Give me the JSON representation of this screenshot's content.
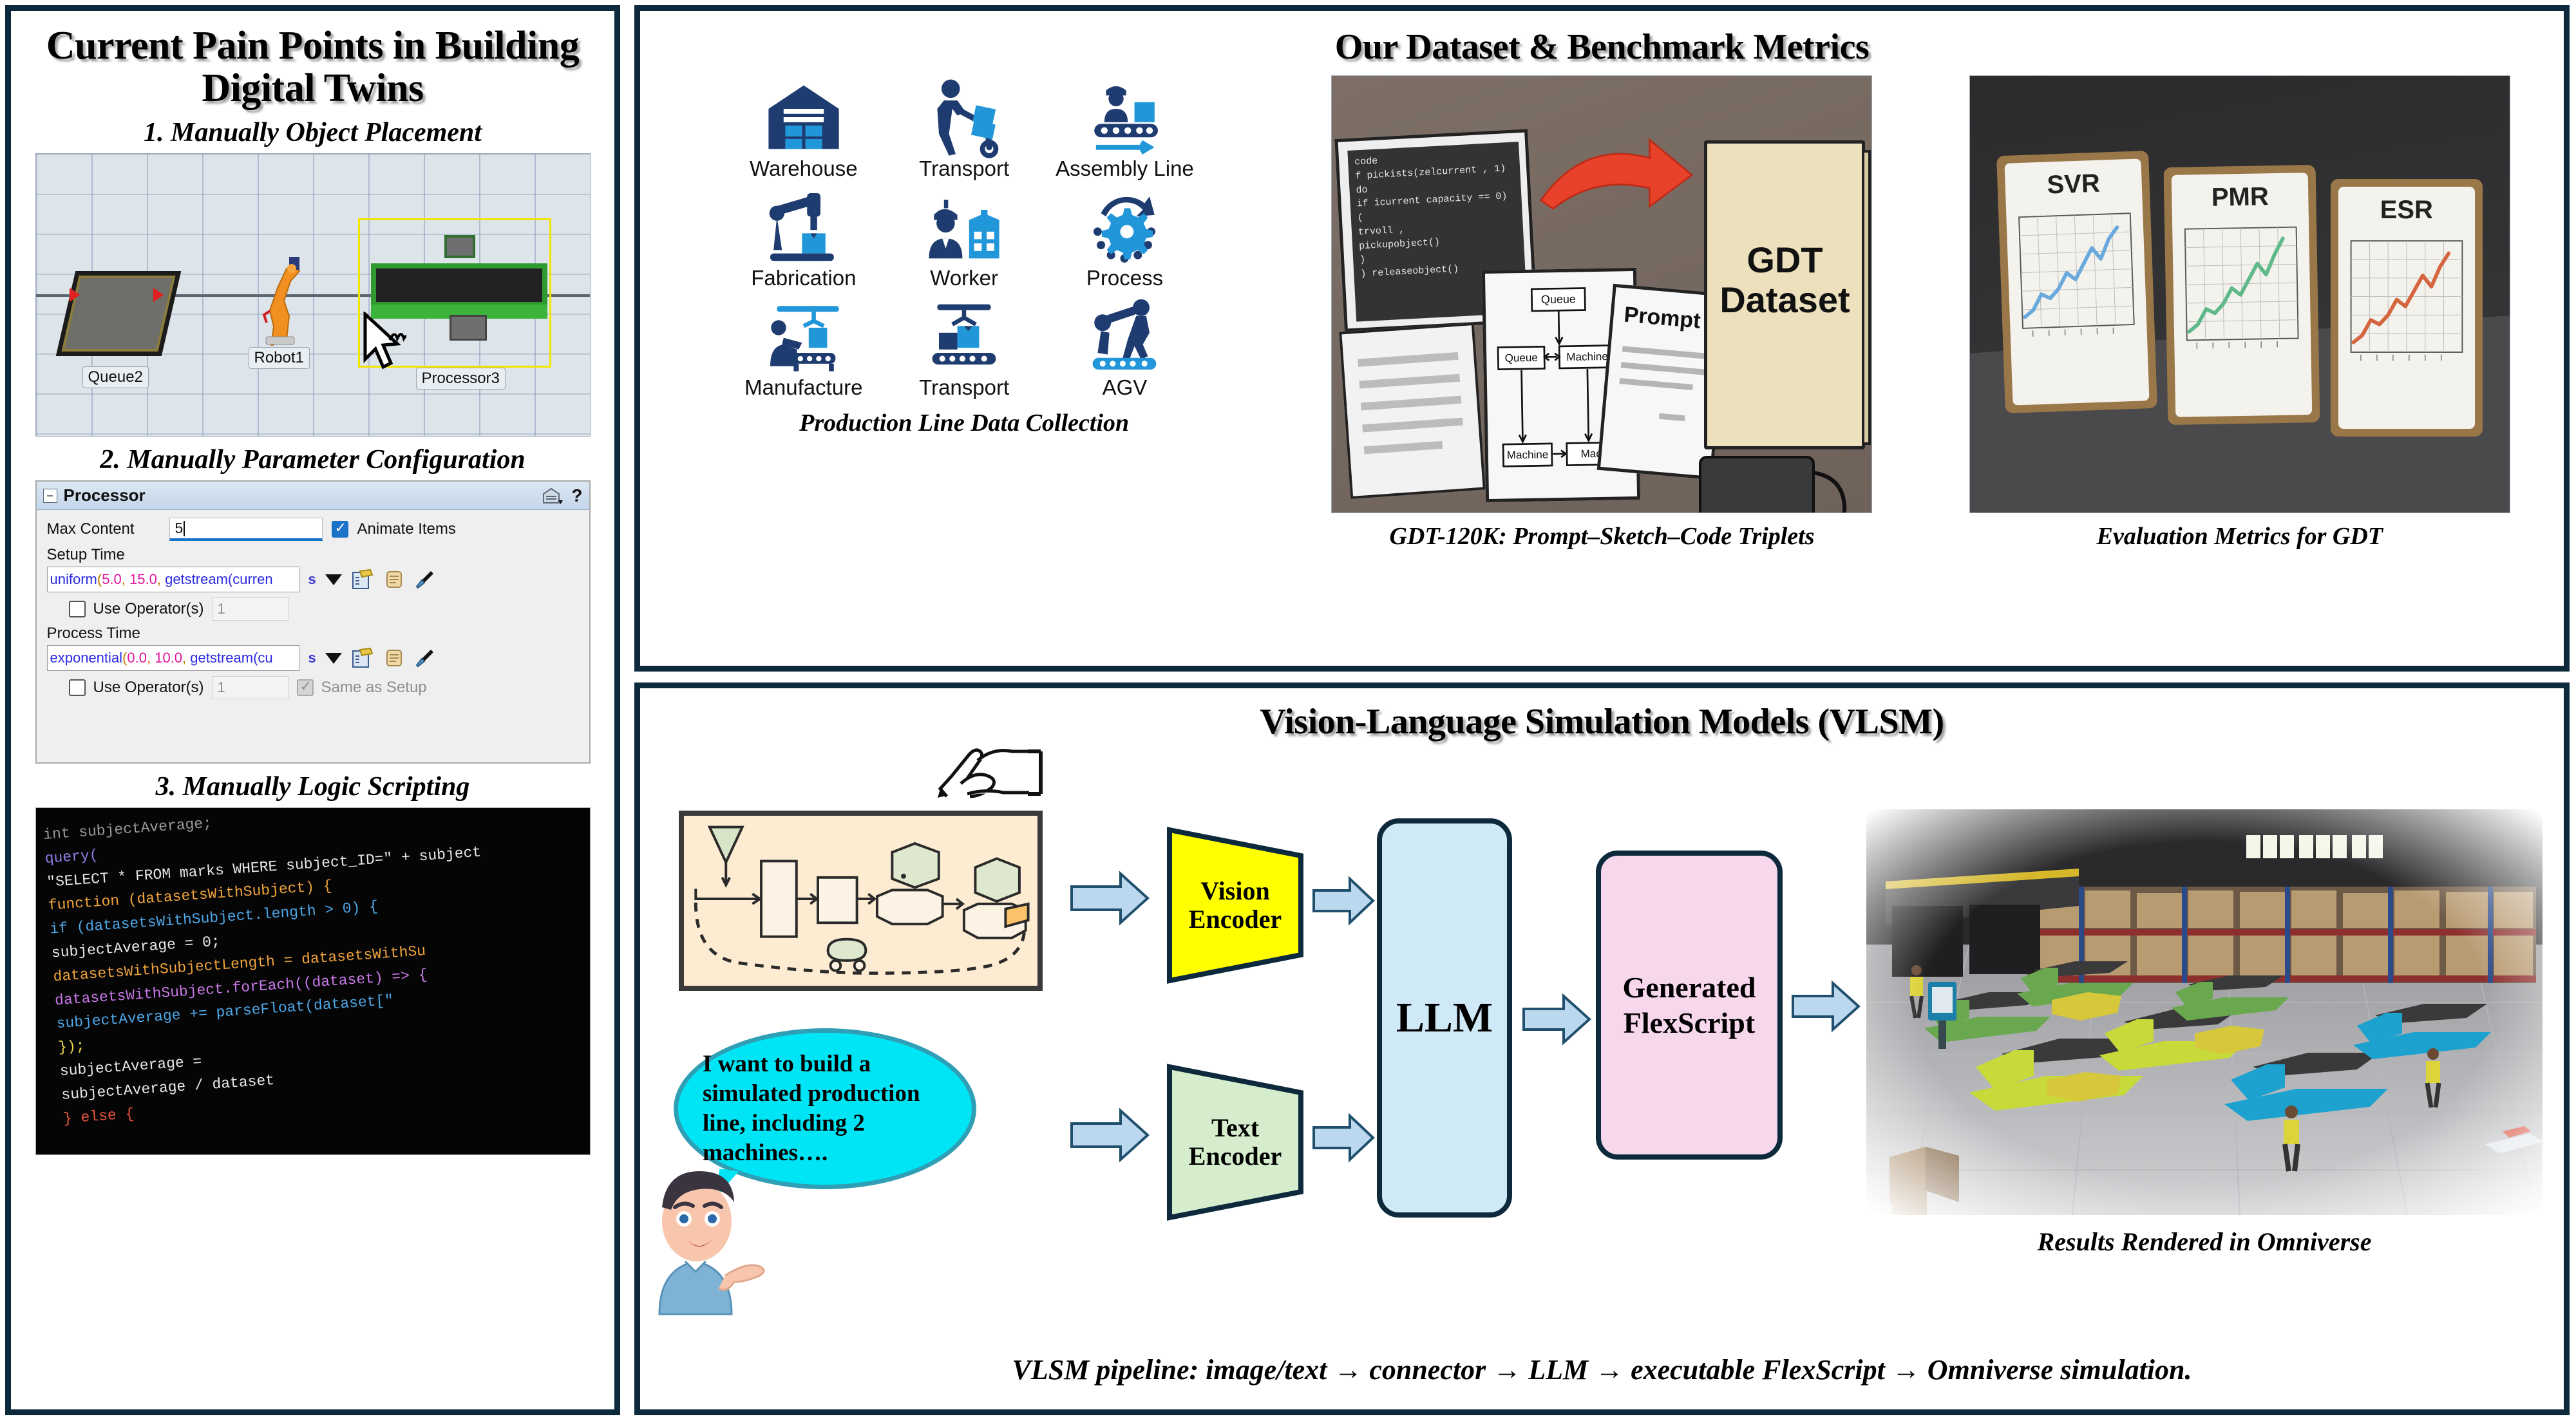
{
  "panels": {
    "pain": {
      "title": "Current Pain Points in Building Digital Twins",
      "sub1": "1. Manually Object Placement",
      "sub2": "2. Manually Parameter Configuration",
      "sub3": "3. Manually Logic Scripting"
    },
    "dataset": {
      "title": "Our Dataset & Benchmark Metrics"
    },
    "vlsm": {
      "title": "Vision-Language Simulation Models (VLSM)",
      "caption": "VLSM pipeline: image/text → connector → LLM → executable FlexScript → Omniverse simulation."
    }
  },
  "viewport": {
    "objects": [
      {
        "name": "Queue2",
        "label": "Queue2"
      },
      {
        "name": "Robot1",
        "label": "Robot1"
      },
      {
        "name": "Processor3",
        "label": "Processor3"
      }
    ],
    "selected": "Processor3",
    "selection_color": "#f2e500"
  },
  "processor_panel": {
    "title": "Processor",
    "help_label": "?",
    "max_content_label": "Max Content",
    "max_content_value": "5",
    "animate_items_label": "Animate Items",
    "animate_items_checked": true,
    "setup_time_label": "Setup Time",
    "setup_time_expr": {
      "fn": "uniform",
      "a": "5.0",
      "b": "15.0",
      "tail": "getstream(curren"
    },
    "setup_unit": "s",
    "setup_use_operator_label": "Use Operator(s)",
    "setup_operator_count": "1",
    "process_time_label": "Process Time",
    "process_time_expr": {
      "fn": "exponential",
      "a": "0.0",
      "b": "10.0",
      "tail": "getstream(cu"
    },
    "process_unit": "s",
    "process_use_operator_label": "Use Operator(s)",
    "process_operator_count": "1",
    "same_as_setup_label": "Same as Setup",
    "same_as_setup_checked": true
  },
  "code_image": {
    "lines": [
      "int subjectAverage;",
      "query(",
      "  \"SELECT * FROM marks WHERE subject_ID=\" + subject",
      "  function (datasetsWithSubject) {",
      "    if (datasetsWithSubject.length > 0) {",
      "      subjectAverage = 0;",
      "      datasetsWithSubjectLength = datasetsWithSu",
      "      datasetsWithSubject.forEach((dataset) => {",
      "        subjectAverage += parseFloat(dataset[\"",
      "      });",
      "      subjectAverage =",
      "        subjectAverage / dataset",
      "    } else {"
    ]
  },
  "icon_grid": {
    "colors": {
      "dark": "#1f3c70",
      "light": "#2196d9"
    },
    "items": [
      {
        "label": "Warehouse",
        "icon": "warehouse-icon"
      },
      {
        "label": "Transport",
        "icon": "hand-truck-icon"
      },
      {
        "label": "Assembly Line",
        "icon": "assembly-line-icon"
      },
      {
        "label": "Fabrication",
        "icon": "robot-arm-icon"
      },
      {
        "label": "Worker",
        "icon": "worker-icon"
      },
      {
        "label": "Process",
        "icon": "gear-cycle-icon"
      },
      {
        "label": "Manufacture",
        "icon": "manufacture-icon"
      },
      {
        "label": "Transport",
        "icon": "conveyor-icon"
      },
      {
        "label": "AGV",
        "icon": "agv-icon"
      }
    ],
    "caption": "Production Line Data Collection"
  },
  "gdt_scene": {
    "book_title": "GDT\nDataset",
    "book_line1": "GDT",
    "book_line2": "Dataset",
    "prompt_card": "Prompt",
    "code_card_label": "code",
    "code_card_lines": [
      "code",
      "  f pickists(zelcurrent , 1)",
      "    do",
      "    if icurrent capacity == 0) (",
      "      trvoll ,",
      "      pickupobject()",
      "    )",
      "    ) releaseobject()",
      "  ) )"
    ],
    "diagram_nodes": [
      "Queue",
      "Queue",
      "Machine",
      "Machine",
      "Mac"
    ],
    "arrow_color": "#e8432a",
    "caption": "GDT-120K: Prompt–Sketch–Code Triplets"
  },
  "metrics_scene": {
    "caption": "Evaluation Metrics for GDT",
    "cards": [
      {
        "title": "SVR",
        "color": "#6aa9dd"
      },
      {
        "title": "PMR",
        "color": "#5fb98a"
      },
      {
        "title": "ESR",
        "color": "#d4653f"
      }
    ]
  },
  "chart_data": [
    {
      "type": "line",
      "title": "SVR",
      "x": [
        1,
        2,
        3,
        4,
        5,
        6,
        7,
        8,
        9,
        10,
        11,
        12
      ],
      "values": [
        10,
        16,
        30,
        26,
        34,
        48,
        42,
        56,
        70,
        62,
        78,
        88
      ],
      "series": [
        {
          "name": "SVR",
          "values": [
            10,
            16,
            30,
            26,
            34,
            48,
            42,
            56,
            70,
            62,
            78,
            88
          ]
        }
      ],
      "xlabel": "",
      "ylabel": "",
      "ylim": [
        0,
        100
      ],
      "grid": true,
      "legend": "none",
      "color": "#6aa9dd"
    },
    {
      "type": "line",
      "title": "PMR",
      "x": [
        1,
        2,
        3,
        4,
        5,
        6,
        7,
        8,
        9,
        10,
        11,
        12
      ],
      "values": [
        8,
        14,
        28,
        24,
        32,
        46,
        40,
        54,
        68,
        60,
        76,
        90
      ],
      "series": [
        {
          "name": "PMR",
          "values": [
            8,
            14,
            28,
            24,
            32,
            46,
            40,
            54,
            68,
            60,
            76,
            90
          ]
        }
      ],
      "xlabel": "",
      "ylabel": "",
      "ylim": [
        0,
        100
      ],
      "grid": true,
      "legend": "none",
      "color": "#5fb98a"
    },
    {
      "type": "line",
      "title": "ESR",
      "x": [
        1,
        2,
        3,
        4,
        5,
        6,
        7,
        8,
        9,
        10,
        11,
        12
      ],
      "values": [
        9,
        15,
        29,
        25,
        33,
        47,
        41,
        55,
        69,
        61,
        77,
        89
      ],
      "series": [
        {
          "name": "ESR",
          "values": [
            9,
            15,
            29,
            25,
            33,
            47,
            41,
            55,
            69,
            61,
            77,
            89
          ]
        }
      ],
      "xlabel": "",
      "ylabel": "",
      "ylim": [
        0,
        100
      ],
      "grid": true,
      "legend": "none",
      "color": "#d4653f"
    }
  ],
  "vlsm_flow": {
    "sketch_label": "production-line-sketch",
    "bubble_text": "I want to build a simulated production line, including 2 machines….",
    "vision_encoder": {
      "line1": "Vision",
      "line2": "Encoder",
      "color": "#ffff00"
    },
    "text_encoder": {
      "line1": "Text",
      "line2": "Encoder",
      "color": "#d5edcd"
    },
    "llm": "LLM",
    "llm_color": "#cfe9f7",
    "flexscript_line1": "Generated",
    "flexscript_line2": "FlexScript",
    "flexscript_color": "#f7d7ec",
    "render_caption": "Results Rendered in Omniverse",
    "arrow_color": "#bcd8ee"
  }
}
